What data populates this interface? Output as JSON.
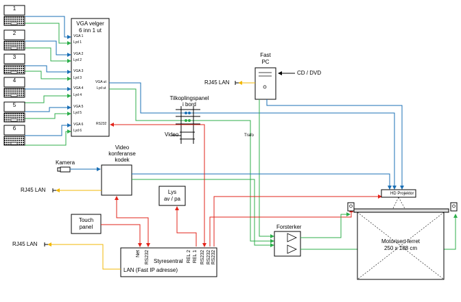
{
  "laptops": [
    {
      "label": "1"
    },
    {
      "label": "2"
    },
    {
      "label": "3"
    },
    {
      "label": "4"
    },
    {
      "label": "5"
    },
    {
      "label": "6"
    }
  ],
  "vga_selector": {
    "title_line1": "VGA velger",
    "title_line2": "6 inn 1 ut",
    "inputs": [
      {
        "vga": "VGA 1",
        "lyd": "Lyd 1"
      },
      {
        "vga": "VGA 2",
        "lyd": "Lyd 2"
      },
      {
        "vga": "VGA 3",
        "lyd": "Lyd 3"
      },
      {
        "vga": "VGA 4",
        "lyd": "Lyd 4"
      },
      {
        "vga": "VGA 5",
        "lyd": "Lyd 5"
      },
      {
        "vga": "VGA 6",
        "lyd": "Lyd 6"
      }
    ],
    "vga_out": "VGA ut",
    "lyd_out": "Lyd ut",
    "rs232": "RS232"
  },
  "fast_pc": {
    "line1": "Fast",
    "line2": "PC"
  },
  "cd_dvd": "CD / DVD",
  "rj45_lan": "RJ45 LAN",
  "tilkopling": {
    "line1": "Tilkoplingspanel",
    "line2": "i bord"
  },
  "video_label": "Video",
  "trafo": "Trafo",
  "kamera": "Kamera",
  "codec": {
    "line1": "Video",
    "line2": "konferanse",
    "line3": "kodek"
  },
  "lys": {
    "line1": "Lys",
    "line2": "av / pa"
  },
  "touch": {
    "line1": "Touch",
    "line2": "panel"
  },
  "styresentral": {
    "title": "Styresentral",
    "lan": "LAN (Fast IP adresse)",
    "ports": [
      "Net",
      "RS232",
      "REL 2",
      "REL 1",
      "RS232",
      "RS232",
      "RS232"
    ]
  },
  "forsterker": "Forsterker",
  "hd_projektor": "HD Projektor",
  "lerret": {
    "line1": "Motorisert lerret",
    "line2": "250 x 188 cm"
  },
  "colors": {
    "vga": "#1a6fb5",
    "audio": "#2cae4a",
    "control": "#e2231a",
    "lan": "#f2b705",
    "line": "#000000"
  }
}
